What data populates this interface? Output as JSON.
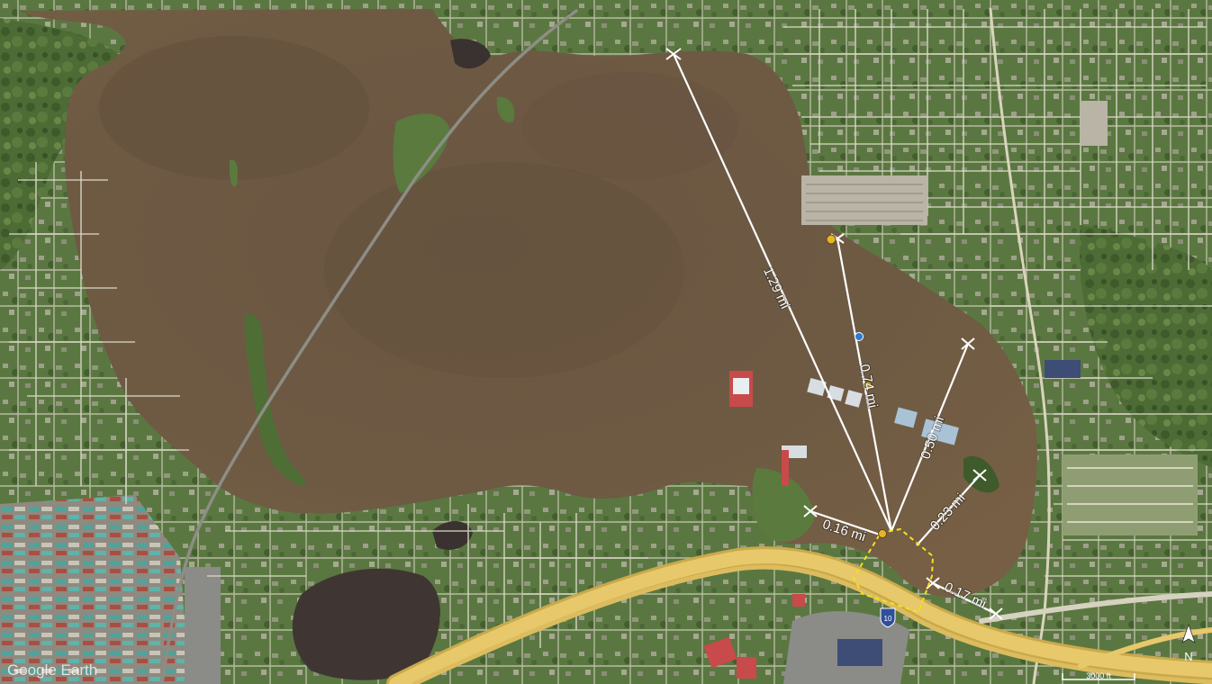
{
  "app": {
    "brand": "Google Earth",
    "compass_label": "N",
    "scale_bar_label": "3000 ft"
  },
  "colors": {
    "water": "#6e5a43",
    "water_dark": "#5d4c3a",
    "land": "#4f6e36",
    "land_light": "#7f9a54",
    "highway": "#e7c86a",
    "measure_line": "#ffffff",
    "polygon_outline": "#f4e11b",
    "placemark": "#e8b52a"
  },
  "highway_shield": "10",
  "measurements": [
    {
      "id": "line-1",
      "label": "1.29 mi"
    },
    {
      "id": "line-2",
      "label": "0.74 mi"
    },
    {
      "id": "line-3",
      "label": "0.50 mi"
    },
    {
      "id": "line-4",
      "label": "0.23 mi"
    },
    {
      "id": "line-5",
      "label": "0.16 mi"
    },
    {
      "id": "line-6",
      "label": "0.17 mi"
    }
  ]
}
